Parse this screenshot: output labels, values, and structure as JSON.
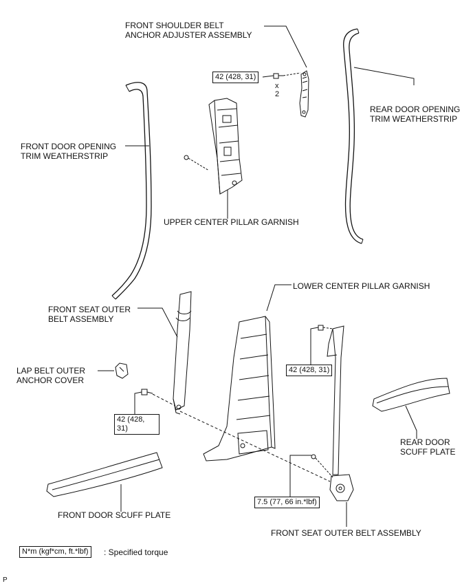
{
  "labels": {
    "front_shoulder_belt_anchor_adjuster": [
      "FRONT SHOULDER BELT",
      "ANCHOR ADJUSTER ASSEMBLY"
    ],
    "rear_door_opening_trim": [
      "REAR DOOR OPENING",
      "TRIM WEATHERSTRIP"
    ],
    "front_door_opening_trim": [
      "FRONT DOOR OPENING",
      "TRIM WEATHERSTRIP"
    ],
    "upper_center_pillar_garnish": [
      "UPPER CENTER PILLAR GARNISH"
    ],
    "lower_center_pillar_garnish": [
      "LOWER CENTER PILLAR GARNISH"
    ],
    "front_seat_outer_belt_upper": [
      "FRONT SEAT OUTER",
      "BELT ASSEMBLY"
    ],
    "lap_belt_outer_anchor_cover": [
      "LAP BELT OUTER",
      "ANCHOR COVER"
    ],
    "rear_door_scuff_plate": [
      "REAR DOOR",
      "SCUFF PLATE"
    ],
    "front_door_scuff_plate": [
      "FRONT DOOR SCUFF PLATE"
    ],
    "front_seat_outer_belt_lower": [
      "FRONT SEAT OUTER BELT ASSEMBLY"
    ]
  },
  "torques": {
    "shoulder_anchor": "42 (428, 31)",
    "belt_upper_bolt": "42 (428, 31)",
    "belt_lower_anchor": [
      "42 (428,",
      "31)"
    ],
    "retractor_bolt": "7.5 (77, 66 in.*lbf)"
  },
  "multiplier": [
    "x",
    "2"
  ],
  "legend": {
    "box": "N*m (kgf*cm, ft.*lbf)",
    "text": ": Specified torque"
  },
  "corner_mark": "P"
}
